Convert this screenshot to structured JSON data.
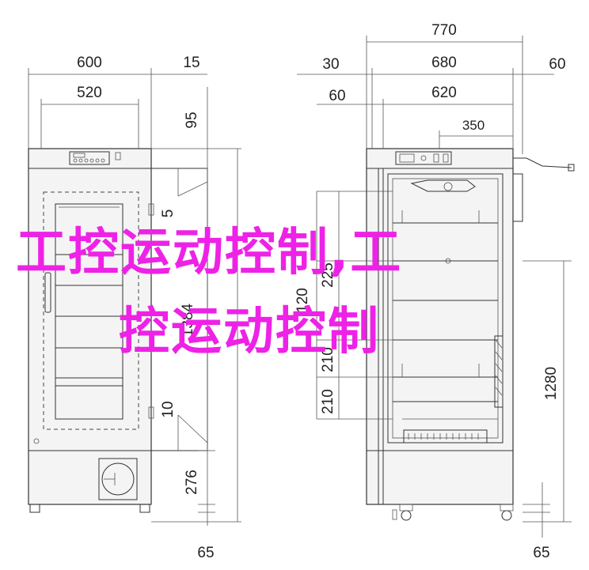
{
  "dimensions": {
    "left": {
      "width_600": "600",
      "width_520": "520",
      "gap_15": "15",
      "top_95": "95",
      "gap_5": "5",
      "height_1384": "1384",
      "gap_10": "10",
      "bottom_276": "276",
      "foot_65": "65"
    },
    "right": {
      "overall_770": "770",
      "side_30": "30",
      "width_680": "680",
      "side_60_right": "60",
      "side_60_left": "60",
      "width_620": "620",
      "shelf_350": "350",
      "spacing_225": "225",
      "spacing_120": "120",
      "spacing_210_a": "210",
      "spacing_210_b": "210",
      "height_1280": "1280",
      "foot_65": "65"
    }
  },
  "watermark": {
    "line1": "工控运动控制,工",
    "line2": "控运动控制",
    "color": "#ee22e6"
  }
}
